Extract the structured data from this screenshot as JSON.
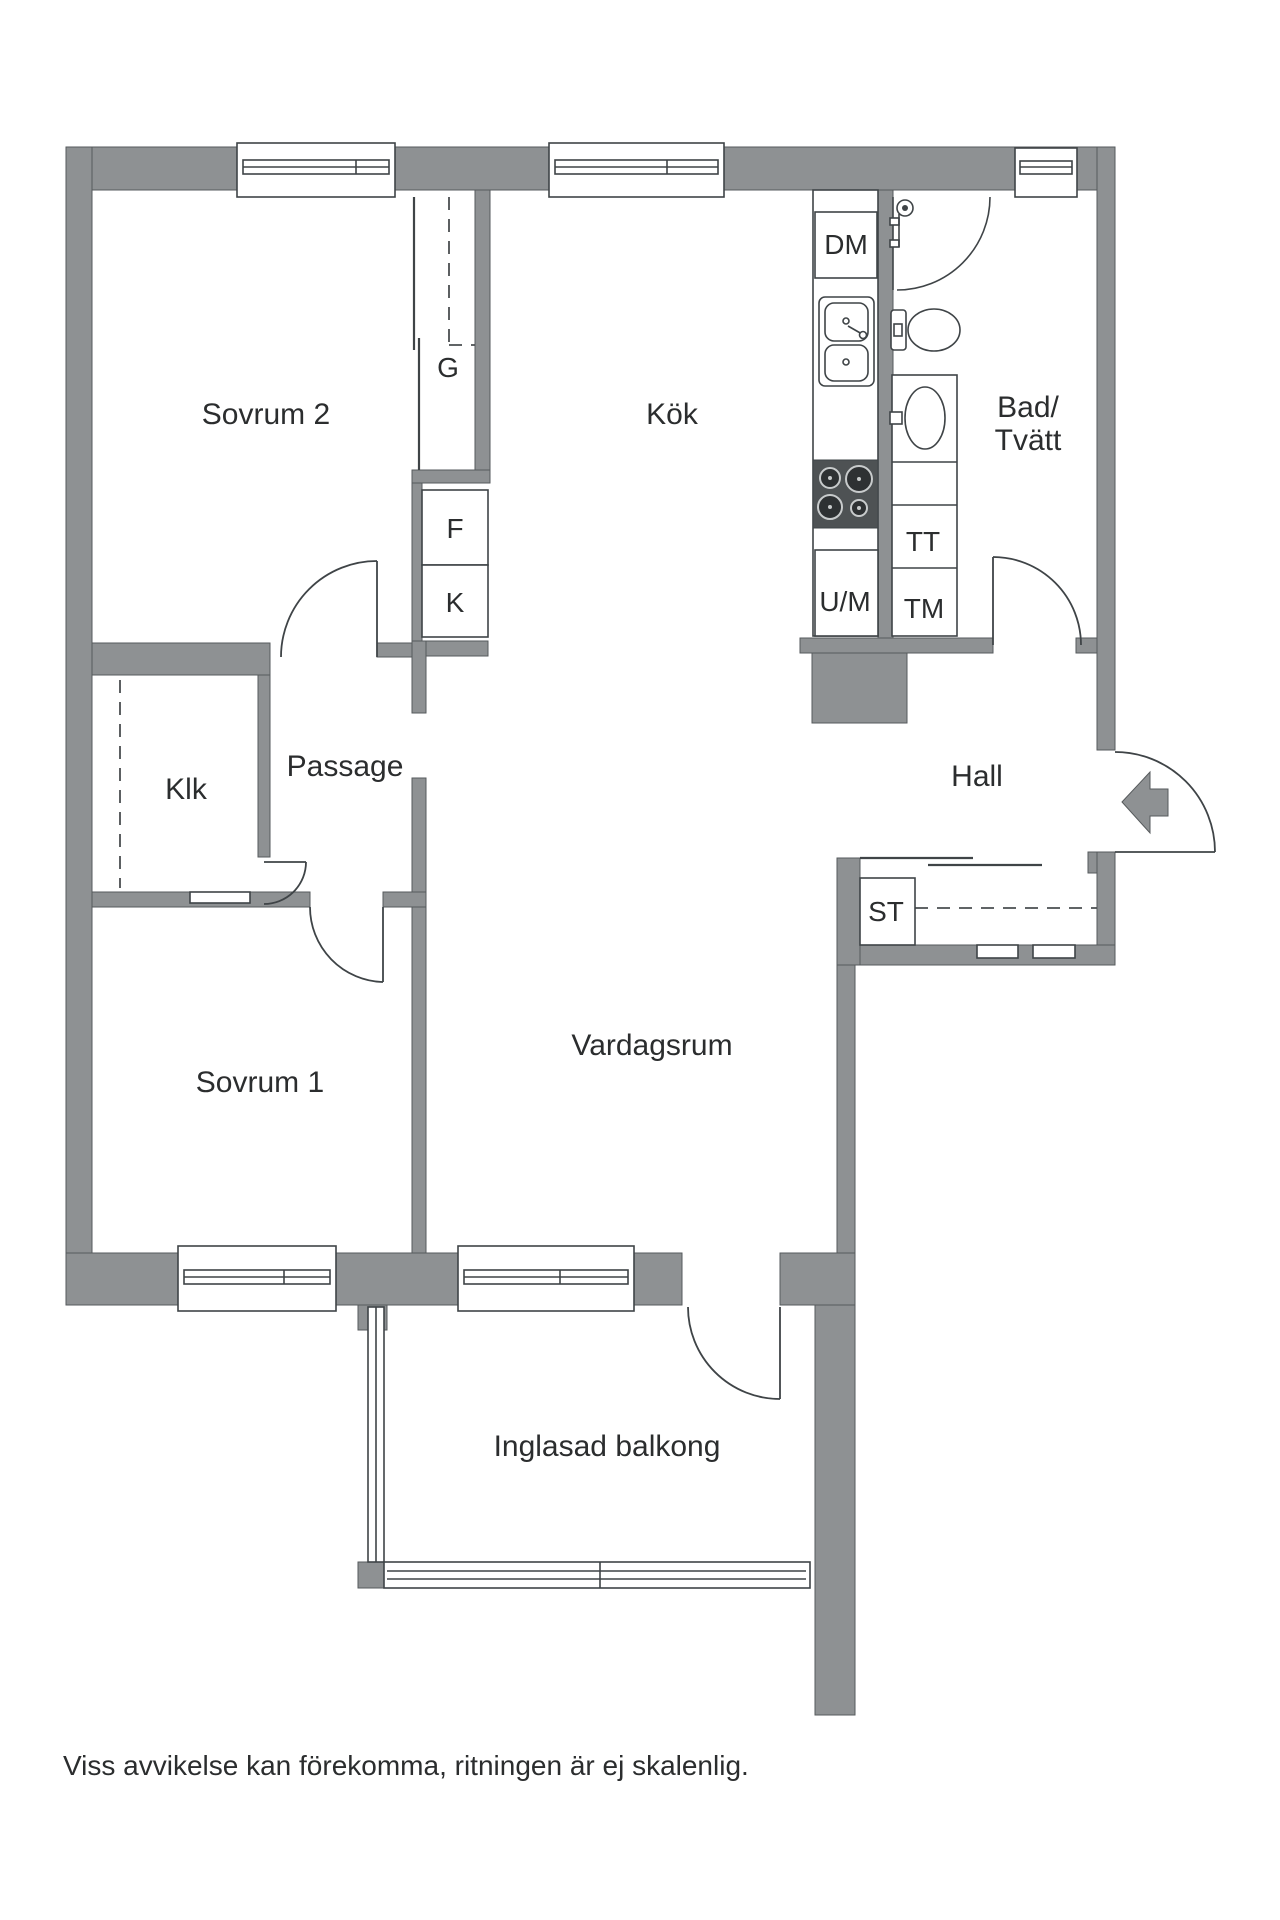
{
  "meta": {
    "type": "floor-plan"
  },
  "colors": {
    "wall": "#8e9193",
    "line": "#3f4447",
    "text": "#2b2d2e",
    "background": "#ffffff",
    "stove_dark": "#4e5254"
  },
  "rooms": {
    "sovrum2": "Sovrum 2",
    "kok": "Kök",
    "bad_line1": "Bad/",
    "bad_line2": "Tvätt",
    "klk": "Klk",
    "passage": "Passage",
    "hall": "Hall",
    "sovrum1": "Sovrum 1",
    "vardagsrum": "Vardagsrum",
    "balkong": "Inglasad balkong"
  },
  "fixtures": {
    "garderob": "G",
    "frys": "F",
    "kyl": "K",
    "diskmaskin": "DM",
    "ugn_mikro": "U/M",
    "torktumlare": "TT",
    "tvattmaskin": "TM",
    "stadskap": "ST"
  },
  "footer": {
    "disclaimer": "Viss avvikelse kan förekomma, ritningen är ej skalenlig."
  }
}
